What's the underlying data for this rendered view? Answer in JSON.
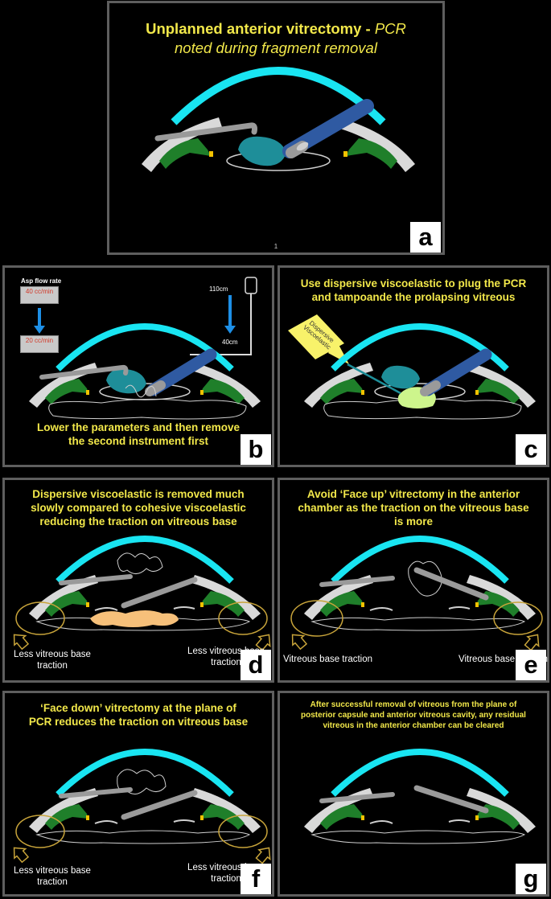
{
  "panels": {
    "a": {
      "letter": "a",
      "title_line1": "Unplanned anterior vitrectomy - ",
      "title_italic_inline": "PCR",
      "title_line2": "noted during fragment removal",
      "slide_number": "1"
    },
    "b": {
      "letter": "b",
      "asp_flow_label": "Asp flow rate",
      "flow_high": "40 cc/min",
      "flow_low": "20 cc/min",
      "bottle_high": "110cm",
      "bottle_low": "40cm",
      "caption": "Lower the parameters and then remove the second instrument first"
    },
    "c": {
      "letter": "c",
      "title": "Use dispersive viscoelastic to plug the PCR and tampoande the prolapsing vitreous",
      "callout": "Dispersive Viscoelastic"
    },
    "d": {
      "letter": "d",
      "title": "Dispersive viscoelastic is removed much slowly compared to cohesive viscoelastic reducing the traction on vitreous base",
      "left_label": "Less vitreous base traction",
      "right_label": "Less vitreous base traction"
    },
    "e": {
      "letter": "e",
      "title": "Avoid ‘Face up’ vitrectomy in the anterior chamber as the traction on the vitreous base is more",
      "left_label": "Vitreous base traction",
      "right_label": "Vitreous base traction"
    },
    "f": {
      "letter": "f",
      "title": "‘Face down’ vitrectomy at the plane of PCR reduces the traction on vitreous base",
      "left_label": "Less vitreous base traction",
      "right_label": "Less vitreous base traction"
    },
    "g": {
      "letter": "g",
      "title": "After successful removal of vitreous from the plane of posterior capsule and anterior vitreous cavity, any residual vitreous in the anterior chamber can be cleared"
    }
  },
  "colors": {
    "cornea": "#19e5f2",
    "sclera": "#d9d9d9",
    "iris": "#1f7f2a",
    "nucleus": "#1e8e99",
    "probe": "#2f5aa2",
    "flow_arrow": "#1d8fe6",
    "title": "#f2e84a",
    "ring": "#c8a43a",
    "dispersive_ovd": "#cdf58c",
    "orange_ovd": "#f6c07a",
    "flow_box": "#c9c9c9",
    "flow_text": "#d23a2a"
  }
}
